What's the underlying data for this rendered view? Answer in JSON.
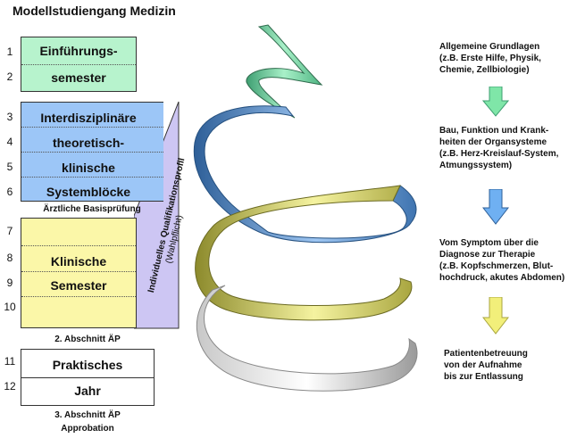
{
  "title": "Modellstudiengang Medizin",
  "semester_numbers": [
    "1",
    "2",
    "3",
    "4",
    "5",
    "6",
    "7",
    "8",
    "9",
    "10",
    "11",
    "12"
  ],
  "blocks": {
    "green": [
      "Einführungs-",
      "semester"
    ],
    "blue": [
      "Interdisziplinäre",
      "theoretisch-",
      "klinische",
      "Systemblöcke"
    ],
    "yellow": [
      "Klinische",
      "Semester"
    ],
    "white": [
      "Praktisches",
      "Jahr"
    ]
  },
  "exams": {
    "basis": "Ärztliche Basisprüfung",
    "second": "2. Abschnitt ÄP",
    "third": "3. Abschnitt ÄP",
    "approbation": "Approbation"
  },
  "profile": {
    "line1": "Individuelles Qualifikationsprofil",
    "line2": "(Wahlpflicht)"
  },
  "stages": [
    [
      "Allgemeine Grundlagen",
      "(z.B. Erste Hilfe, Physik,",
      "Chemie, Zellbiologie)"
    ],
    [
      "Bau, Funktion und  Krank-",
      "heiten der Organsysteme",
      "(z.B. Herz-Kreislauf-System,",
      "Atmungssystem)"
    ],
    [
      "Vom Symptom über die",
      "Diagnose zur Therapie",
      "(z.B. Kopfschmerzen, Blut-",
      "hochdruck, akutes Abdomen)"
    ],
    [
      "Patientenbetreuung",
      "von der Aufnahme",
      "bis zur Entlassung"
    ]
  ],
  "colors": {
    "green": "#b7f3cd",
    "blue": "#9cc6f7",
    "yellow": "#fbf7a8",
    "lavender": "#cdc6f3",
    "arrow_green": "#7fe6a8",
    "arrow_blue": "#6fb0f2",
    "arrow_yellow": "#f2ef7a"
  }
}
